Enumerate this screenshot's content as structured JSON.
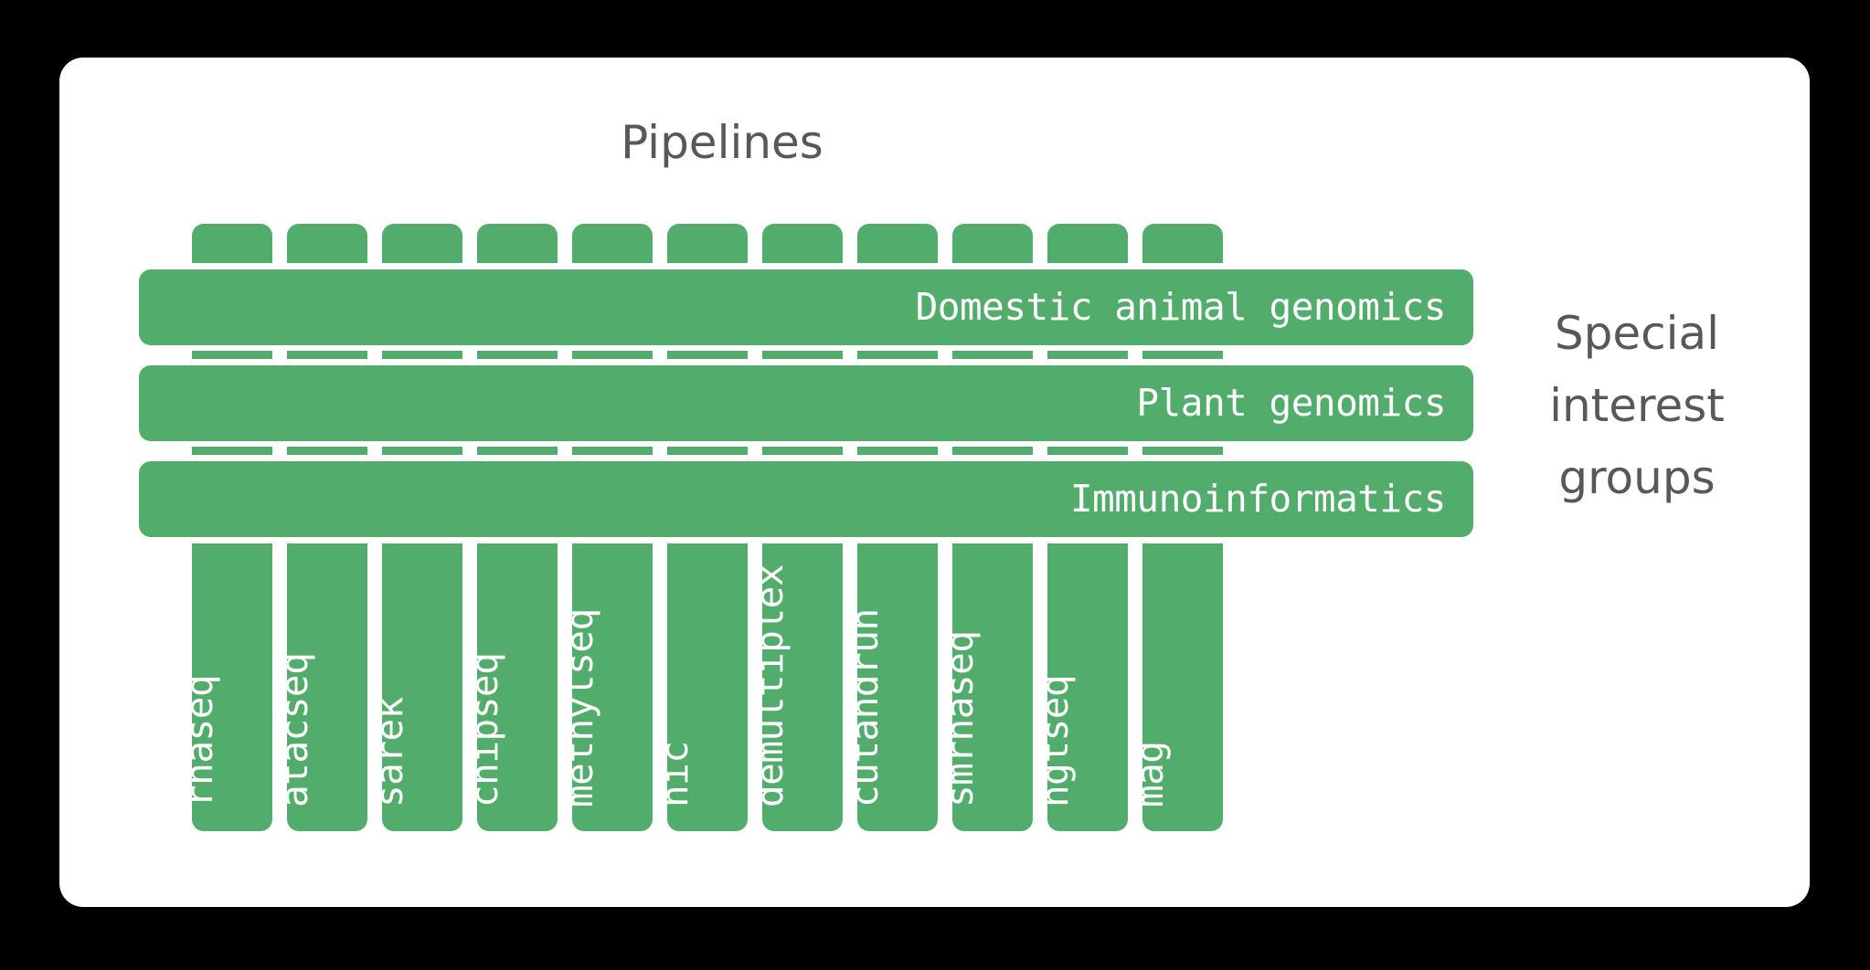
{
  "page": {
    "background_color": "#000000",
    "card_background_color": "#ffffff",
    "accent_color": "#52ac6c",
    "heading_color": "#58585a",
    "label_color": "#ffffff"
  },
  "headings": {
    "pipelines": "Pipelines",
    "special_interest_groups_line1": "Special",
    "special_interest_groups_line2": "interest",
    "special_interest_groups_line3": "groups"
  },
  "pipelines": [
    {
      "label": "rnaseq"
    },
    {
      "label": "atacseq"
    },
    {
      "label": "sarek"
    },
    {
      "label": "chipseq"
    },
    {
      "label": "methylseq"
    },
    {
      "label": "hic"
    },
    {
      "label": "demultiplex"
    },
    {
      "label": "cutandrun"
    },
    {
      "label": "smrnaseq"
    },
    {
      "label": "hgtseq"
    },
    {
      "label": "mag"
    }
  ],
  "special_interest_groups": [
    {
      "label": "Domestic animal genomics"
    },
    {
      "label": "Plant genomics"
    },
    {
      "label": "Immunoinformatics"
    }
  ]
}
